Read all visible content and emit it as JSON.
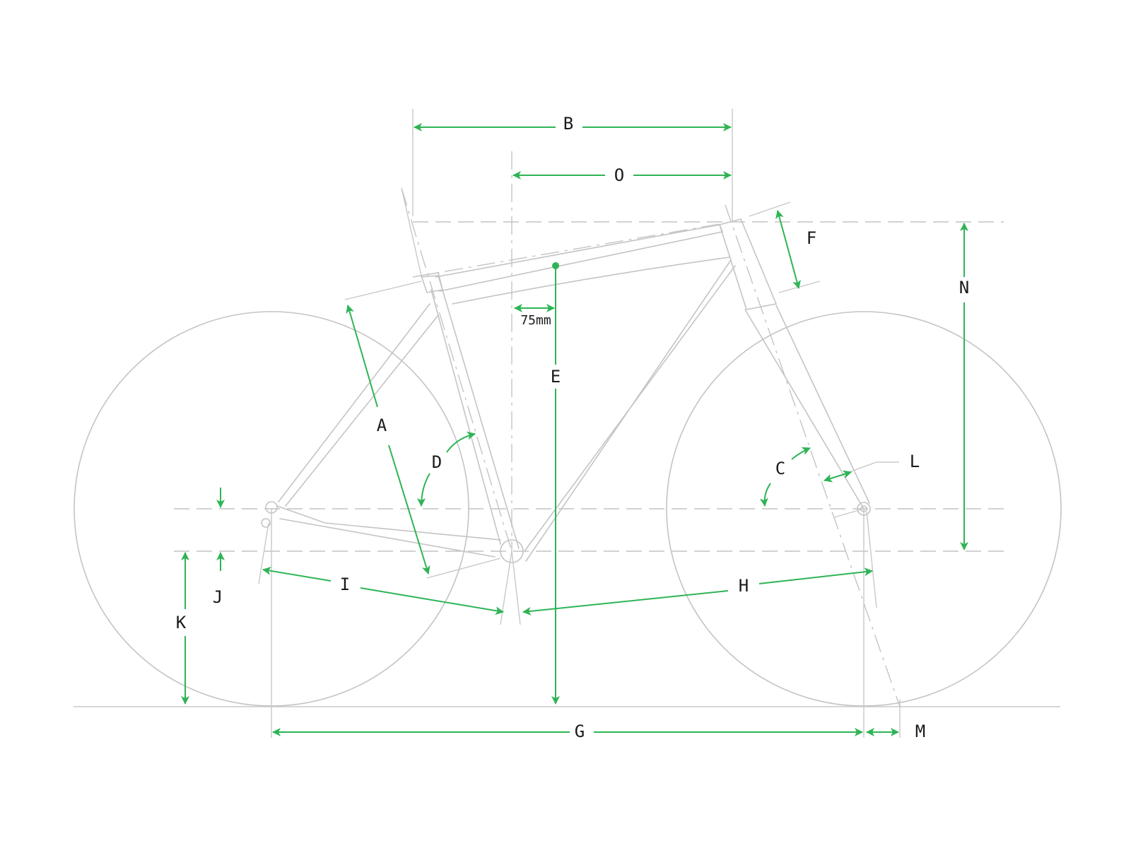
{
  "diagram": {
    "title": "Bicycle frame geometry diagram",
    "colors": {
      "dimension": "#2fb455",
      "frame": "#c4c4c4",
      "label": "#1a1a1a",
      "background": "#ffffff"
    },
    "labels": {
      "A": "A",
      "B": "B",
      "C": "C",
      "D": "D",
      "E": "E",
      "F": "F",
      "G": "G",
      "H": "H",
      "I": "I",
      "J": "J",
      "K": "K",
      "L": "L",
      "M": "M",
      "N": "N",
      "O": "O"
    },
    "annotations": {
      "offset_75": "75mm"
    }
  }
}
